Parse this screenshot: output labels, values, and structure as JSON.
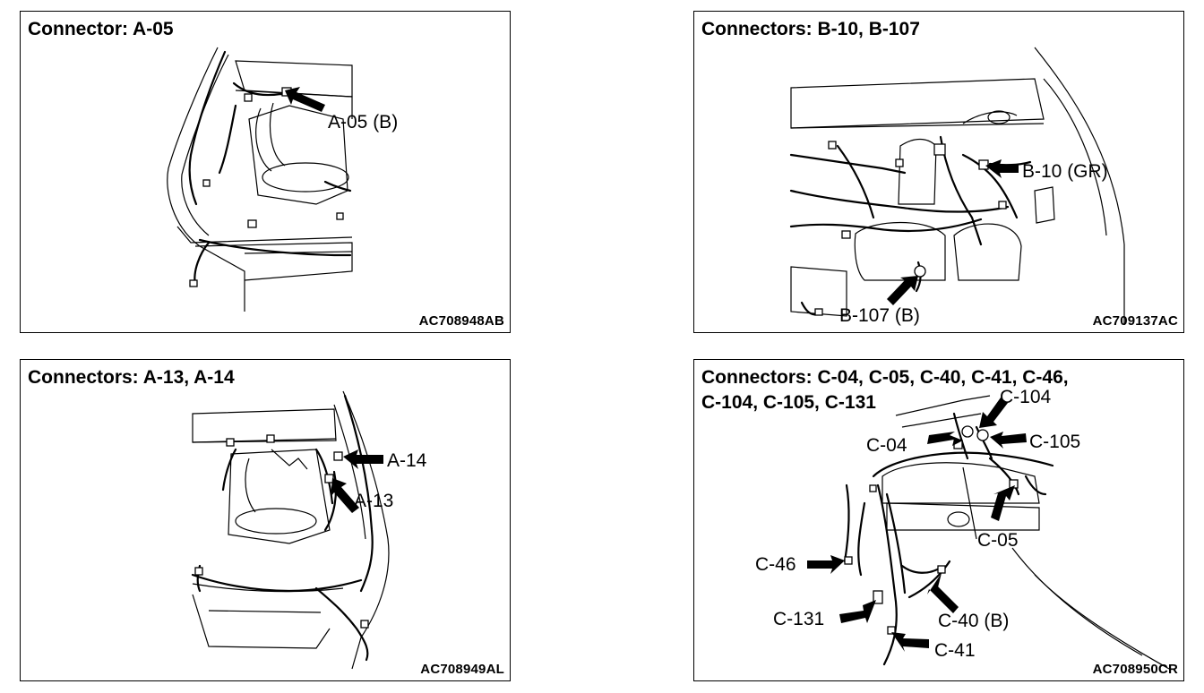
{
  "panels": [
    {
      "id": "a05",
      "title": "Connector: A-05",
      "title_line2": "",
      "code": "AC708948AB",
      "callouts": [
        "A-05 (B)"
      ]
    },
    {
      "id": "b10",
      "title": "Connectors: B-10, B-107",
      "title_line2": "",
      "code": "AC709137AC",
      "callouts": [
        "B-10 (GR)",
        "B-107 (B)"
      ]
    },
    {
      "id": "a13",
      "title": "Connectors: A-13, A-14",
      "title_line2": "",
      "code": "AC708949AL",
      "callouts": [
        "A-14",
        "A-13"
      ]
    },
    {
      "id": "c04",
      "title": "Connectors: C-04, C-05, C-40, C-41, C-46,",
      "title_line2": "C-104, C-105, C-131",
      "code": "AC708950CR",
      "callouts": [
        "C-104",
        "C-04",
        "C-105",
        "C-05",
        "C-46",
        "C-131",
        "C-40 (B)",
        "C-41"
      ]
    }
  ]
}
